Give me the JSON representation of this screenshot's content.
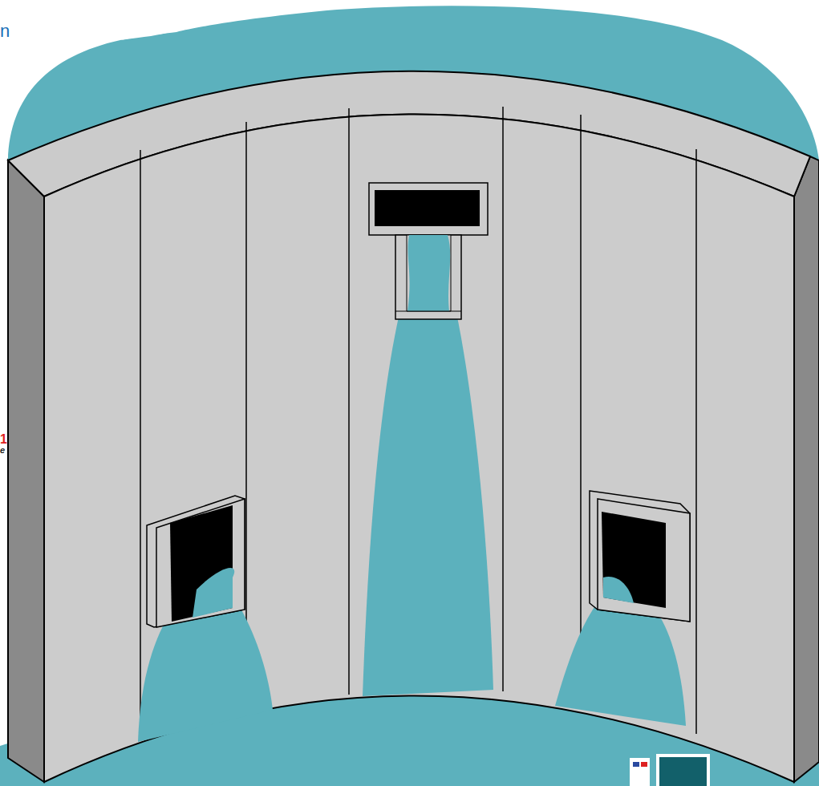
{
  "diagram": {
    "labels": [
      "n",
      "1",
      "e"
    ]
  }
}
